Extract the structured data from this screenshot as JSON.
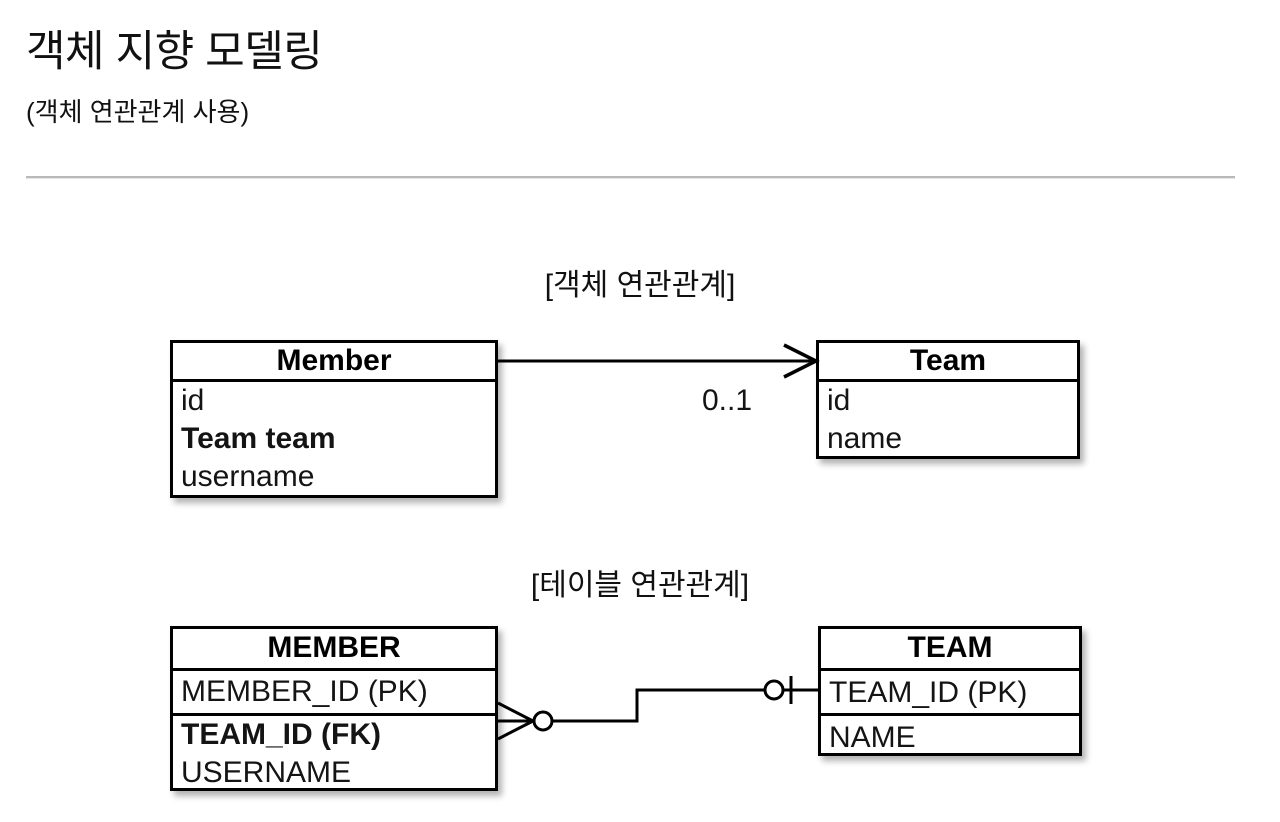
{
  "header": {
    "title": "객체 지향 모델링",
    "subtitle": "(객체 연관관계 사용)"
  },
  "sections": {
    "object_caption": "[객체 연관관계]",
    "table_caption": "[테이블 연관관계]"
  },
  "object_diagram": {
    "member": {
      "name": "Member",
      "fields": [
        "id",
        "Team team",
        "username"
      ]
    },
    "team": {
      "name": "Team",
      "fields": [
        "id",
        "name"
      ]
    },
    "relationship": {
      "multiplicity": "0..1",
      "direction": "Member-to-Team",
      "arrow_style": "open-arrowhead"
    }
  },
  "table_diagram": {
    "member": {
      "name": "MEMBER",
      "fields": [
        "MEMBER_ID (PK)",
        "TEAM_ID (FK)",
        "USERNAME"
      ]
    },
    "team": {
      "name": "TEAM",
      "fields": [
        "TEAM_ID (PK)",
        "NAME"
      ]
    },
    "relationship": {
      "left_cardinality": "zero-or-many",
      "right_cardinality": "zero-or-one",
      "notation": "crows-foot"
    }
  },
  "colors": {
    "ink": "#000000",
    "text": "#141414",
    "rule": "#b9b9b9",
    "background": "#ffffff"
  }
}
